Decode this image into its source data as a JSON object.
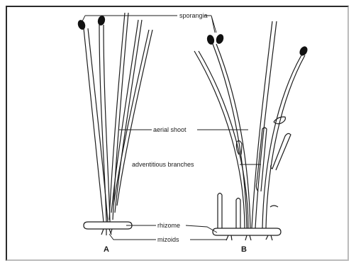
{
  "labels": {
    "sporangia": "sporangia",
    "aerial_shoot": "aerial shoot",
    "adventitious_branches": "adventitious branches",
    "rhizome": "rhizome",
    "mizoids": "mizoids"
  },
  "plants": {
    "a": "A",
    "b": "B"
  }
}
